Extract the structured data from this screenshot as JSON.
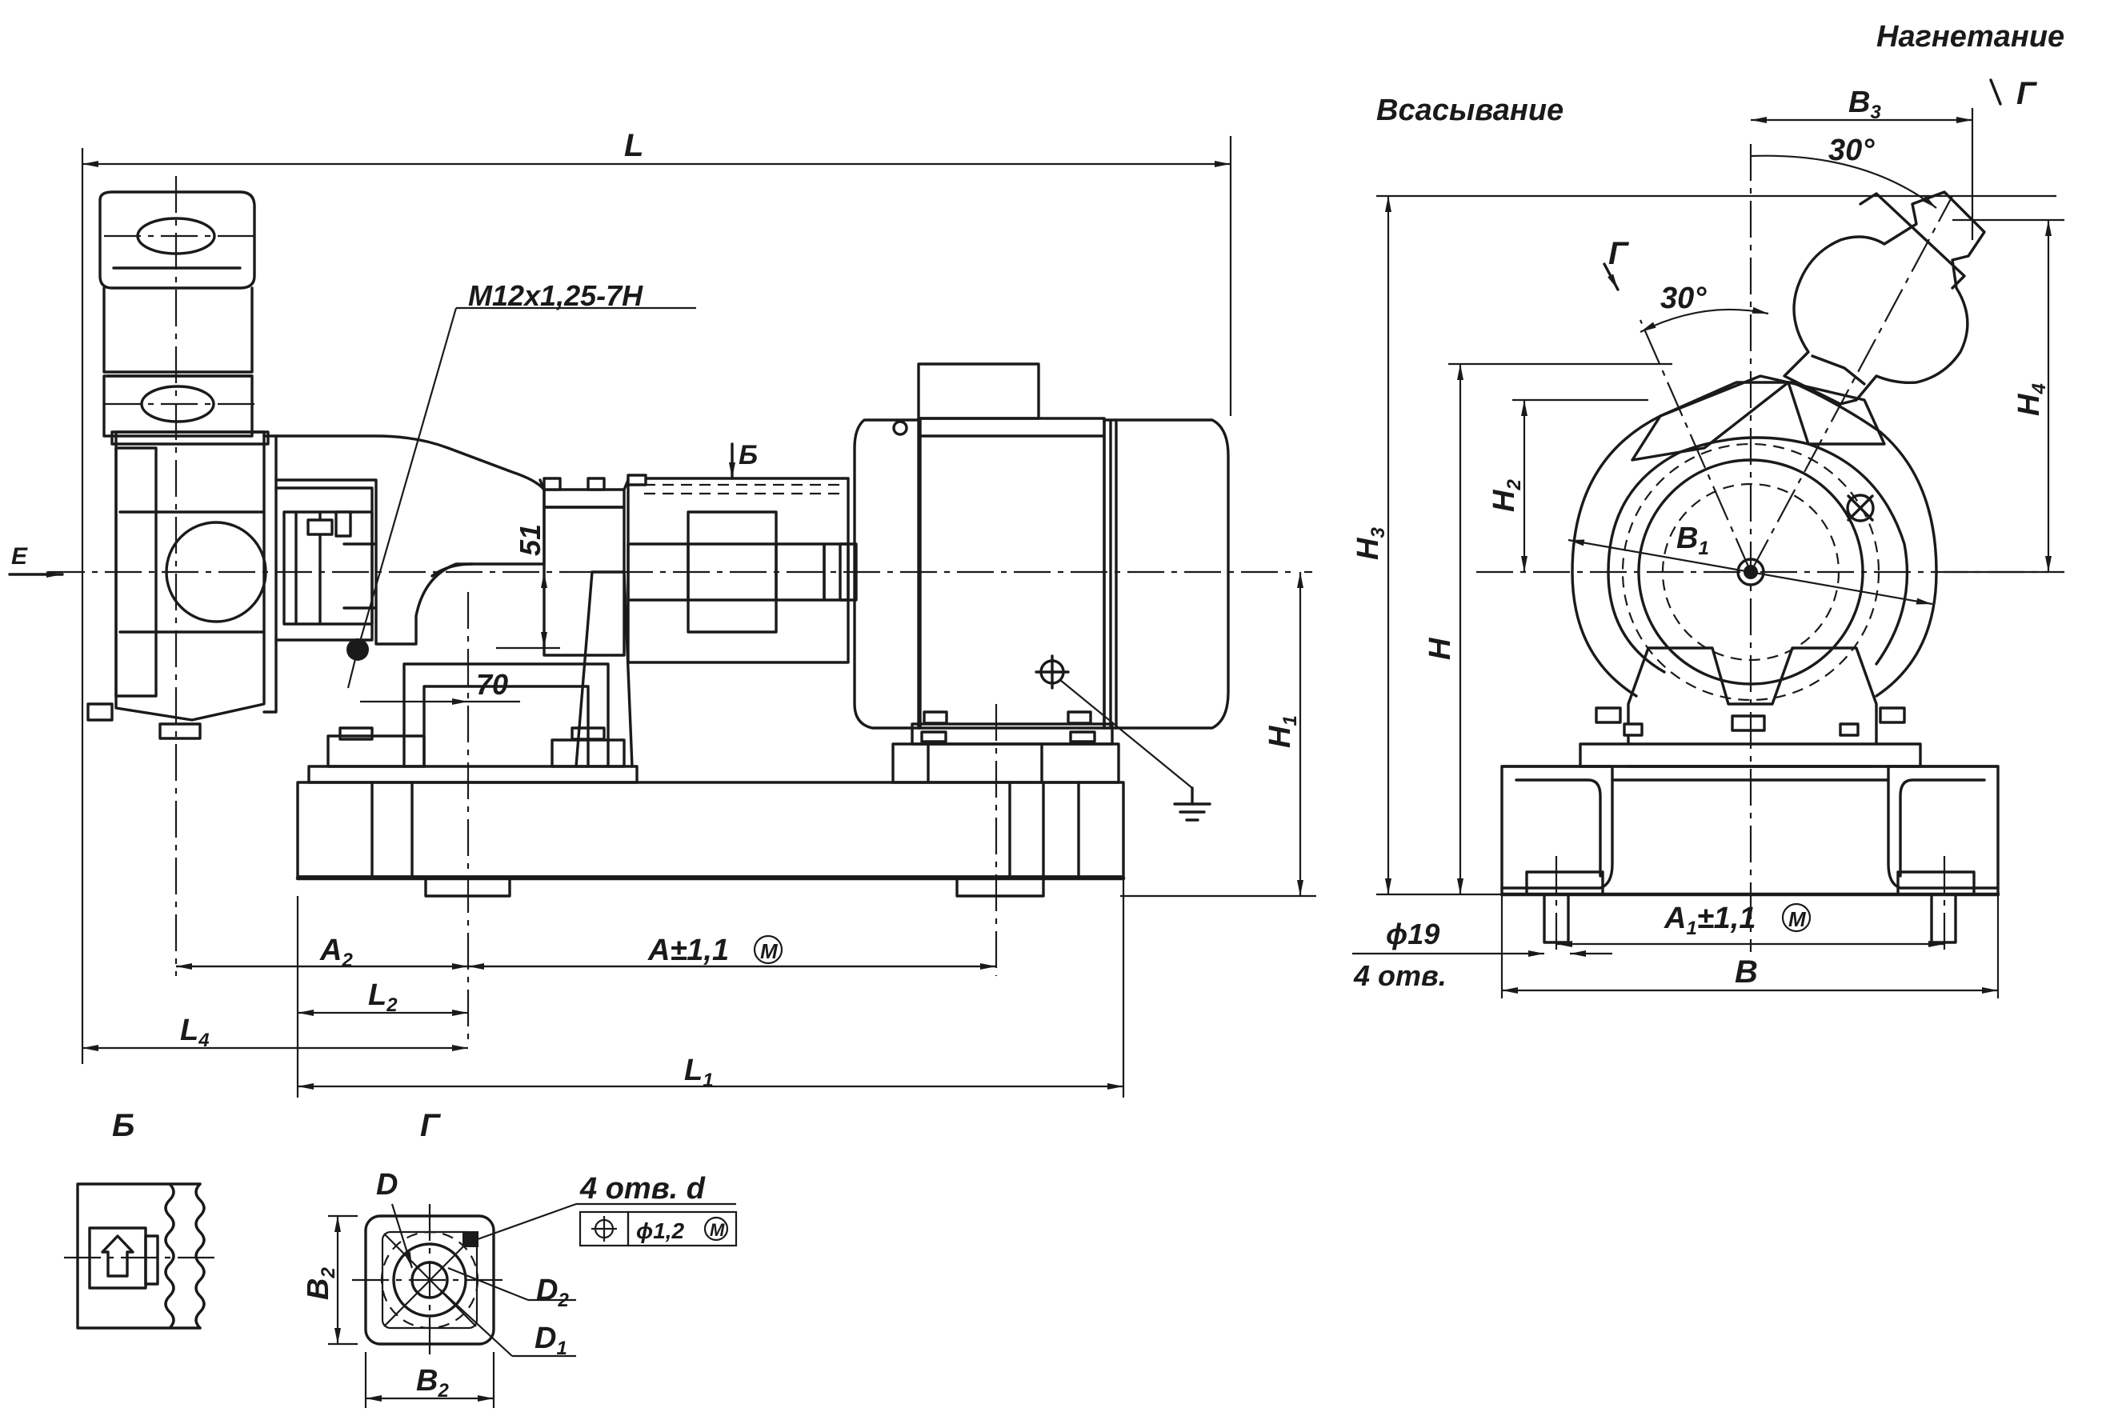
{
  "diagram": {
    "side_view": {
      "thread_callout": "M12x1,25-7H",
      "dim_51": "51",
      "dim_70": "70",
      "dim_L": "L",
      "dim_L1_base": "L",
      "dim_L1_sub": "1",
      "dim_L2_base": "L",
      "dim_L2_sub": "2",
      "dim_L4_base": "L",
      "dim_L4_sub": "4",
      "dim_A2_base": "A",
      "dim_A2_sub": "2",
      "dim_A_tol": "A±1,1",
      "dim_A_circle": "M",
      "dim_H1_base": "H",
      "dim_H1_sub": "1",
      "view_arrow_E": "E",
      "view_arrow_B": "Б"
    },
    "end_view": {
      "suction_label": "Всасывание",
      "discharge_label": "Нагнетание",
      "view_arrow_G": "Г",
      "angle_1": "30°",
      "angle_2": "30°",
      "dim_B3_base": "B",
      "dim_B3_sub": "3",
      "dim_B1_base": "B",
      "dim_B1_sub": "1",
      "dim_H_base": "H",
      "dim_H2_base": "H",
      "dim_H2_sub": "2",
      "dim_H3_base": "H",
      "dim_H3_sub": "3",
      "dim_H4_base": "H",
      "dim_H4_sub": "4",
      "hole_dia": "ϕ19",
      "hole_count": "4 отв.",
      "dim_A1_base": "A",
      "dim_A1_sub": "1",
      "dim_A1_tol": "±1,1",
      "dim_A1_circle": "M",
      "dim_B": "B"
    },
    "view_B": {
      "title": "Б"
    },
    "view_G": {
      "title": "Г",
      "holes_label": "4 отв. d",
      "tolerance_value": "ϕ1,2",
      "tolerance_circle": "M",
      "dim_D": "D",
      "dim_D1_base": "D",
      "dim_D1_sub": "1",
      "dim_D2_base": "D",
      "dim_D2_sub": "2",
      "dim_B2_base": "B",
      "dim_B2_sub": "2"
    }
  }
}
